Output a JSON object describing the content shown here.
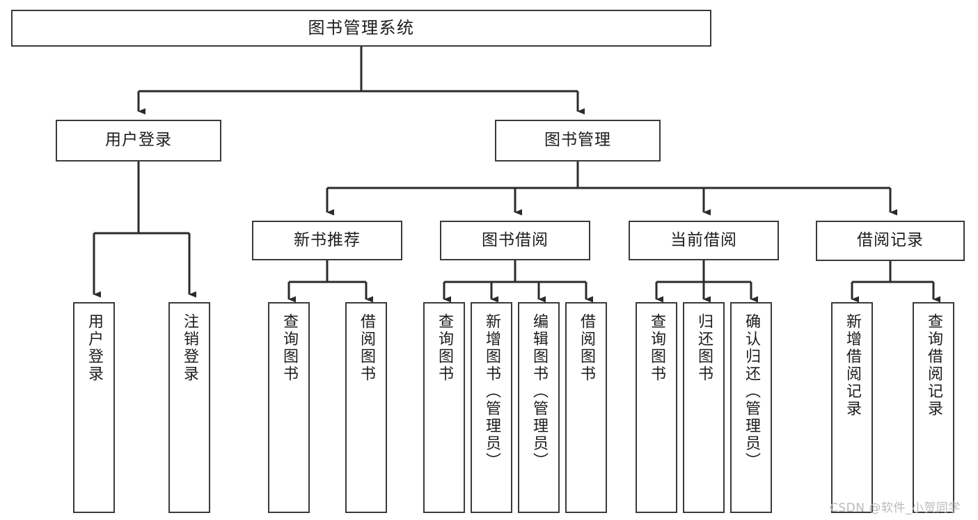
{
  "diagram": {
    "title": "图书管理系统",
    "type": "hierarchy-tree",
    "colors": {
      "background": "#ffffff",
      "box_border": "#3a3a3a",
      "box_fill": "#ffffff",
      "text": "#1c1c1c",
      "edge": "#2b2b2b",
      "watermark": "#b9b9b9"
    },
    "root": {
      "label": "图书管理系统"
    },
    "level2": [
      {
        "label": "用户登录"
      },
      {
        "label": "图书管理"
      }
    ],
    "level3": [
      {
        "label": "新书推荐"
      },
      {
        "label": "图书借阅"
      },
      {
        "label": "当前借阅"
      },
      {
        "label": "借阅记录"
      }
    ],
    "leaves": {
      "user_login": [
        {
          "label": "用户登录"
        },
        {
          "label": "注销登录"
        }
      ],
      "new_book_recommend": [
        {
          "label": "查询图书"
        },
        {
          "label": "借阅图书"
        }
      ],
      "book_borrow": [
        {
          "label": "查询图书"
        },
        {
          "label": "新增图书（管理员）"
        },
        {
          "label": "编辑图书（管理员）"
        },
        {
          "label": "借阅图书"
        }
      ],
      "current_borrow": [
        {
          "label": "查询图书"
        },
        {
          "label": "归还图书"
        },
        {
          "label": "确认归还（管理员）"
        }
      ],
      "borrow_record": [
        {
          "label": "新增借阅记录"
        },
        {
          "label": "查询借阅记录"
        }
      ]
    }
  },
  "watermark": {
    "text": "CSDN @软件_小贺同学"
  }
}
